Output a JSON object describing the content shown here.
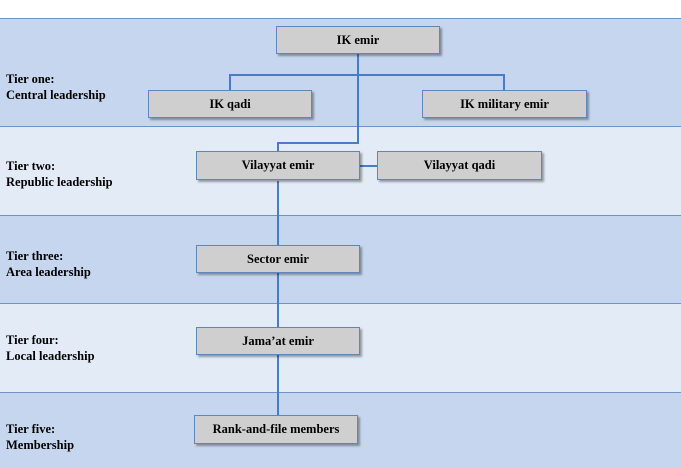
{
  "tiers": [
    {
      "line1": "Tier one:",
      "line2": "Central leadership"
    },
    {
      "line1": "Tier two:",
      "line2": "Republic leadership"
    },
    {
      "line1": "Tier three:",
      "line2": "Area leadership"
    },
    {
      "line1": "Tier four:",
      "line2": "Local leadership"
    },
    {
      "line1": "Tier five:",
      "line2": "Membership"
    }
  ],
  "nodes": {
    "ik_emir": "IK emir",
    "ik_qadi": "IK qadi",
    "ik_military_emir": "IK military emir",
    "vilayyat_emir": "Vilayyat emir",
    "vilayyat_qadi": "Vilayyat qadi",
    "sector_emir": "Sector emir",
    "jamaat_emir": "Jama’at emir",
    "rank_and_file": "Rank-and-file members"
  }
}
